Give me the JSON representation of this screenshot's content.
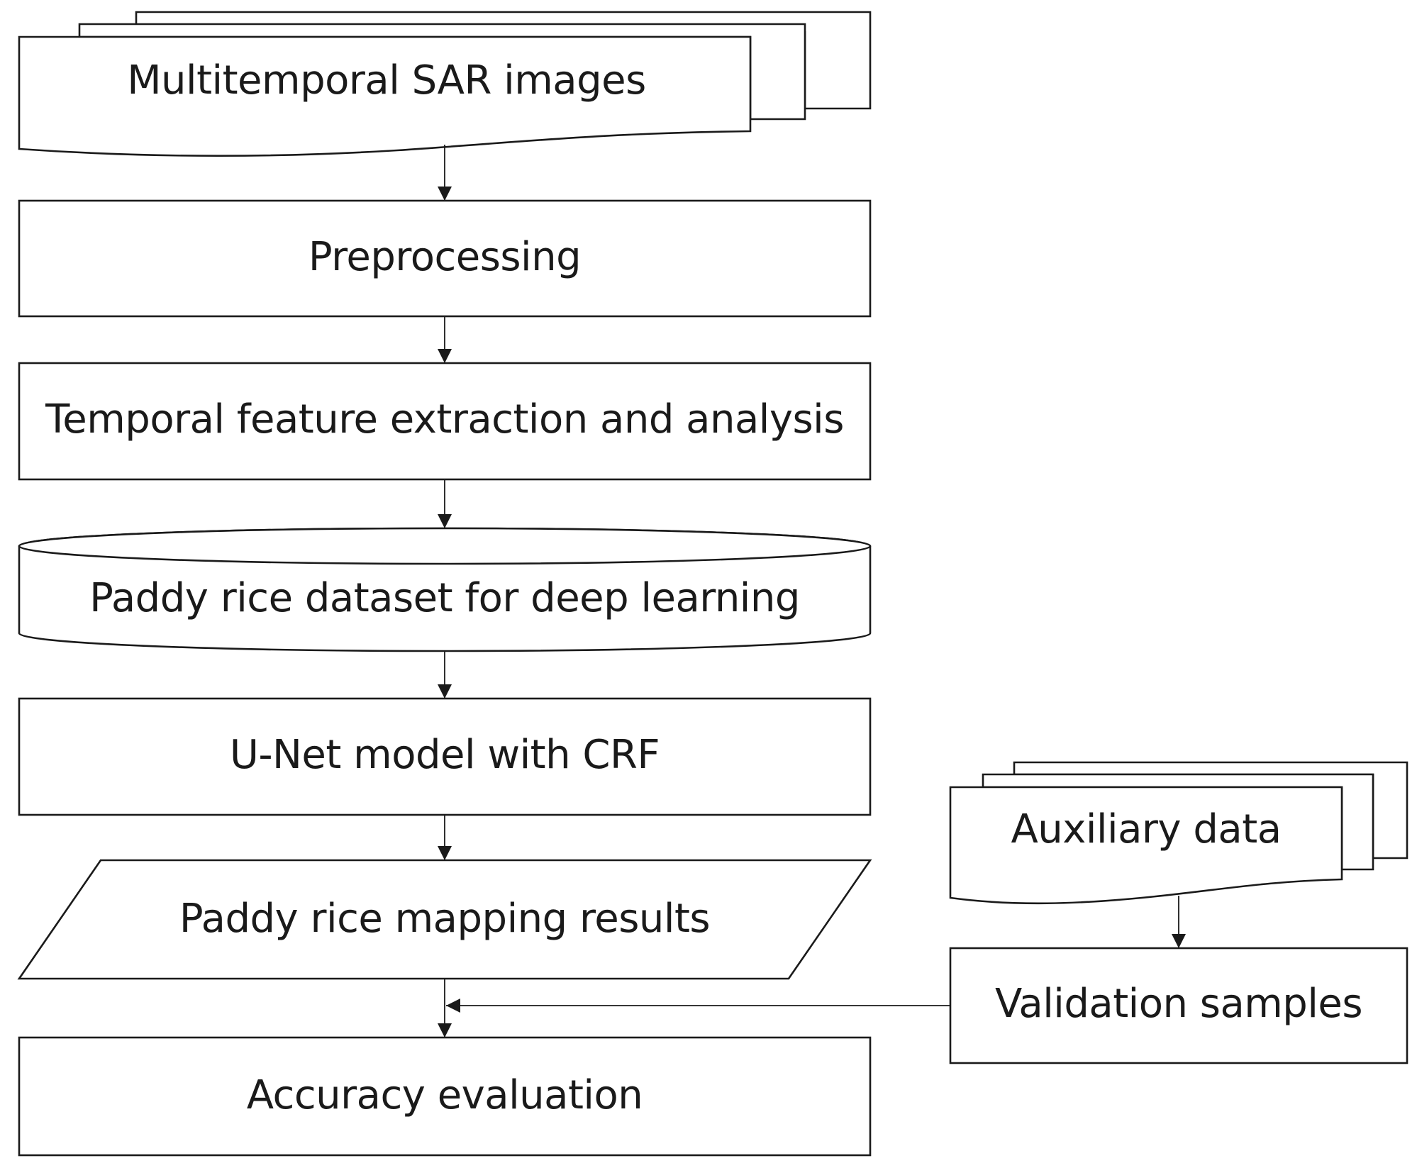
{
  "nodes": {
    "multitemporal_sar": "Multitemporal SAR images",
    "preprocessing": "Preprocessing",
    "temporal_feature": "Temporal feature extraction and analysis",
    "paddy_dataset": "Paddy rice dataset for deep learning",
    "unet_model": "U-Net model with CRF",
    "mapping_results": "Paddy rice mapping results",
    "accuracy_evaluation": "Accuracy evaluation",
    "auxiliary_data": "Auxiliary data",
    "validation_samples": "Validation samples"
  },
  "colors": {
    "stroke": "#1a1a1a",
    "background": "#ffffff"
  }
}
